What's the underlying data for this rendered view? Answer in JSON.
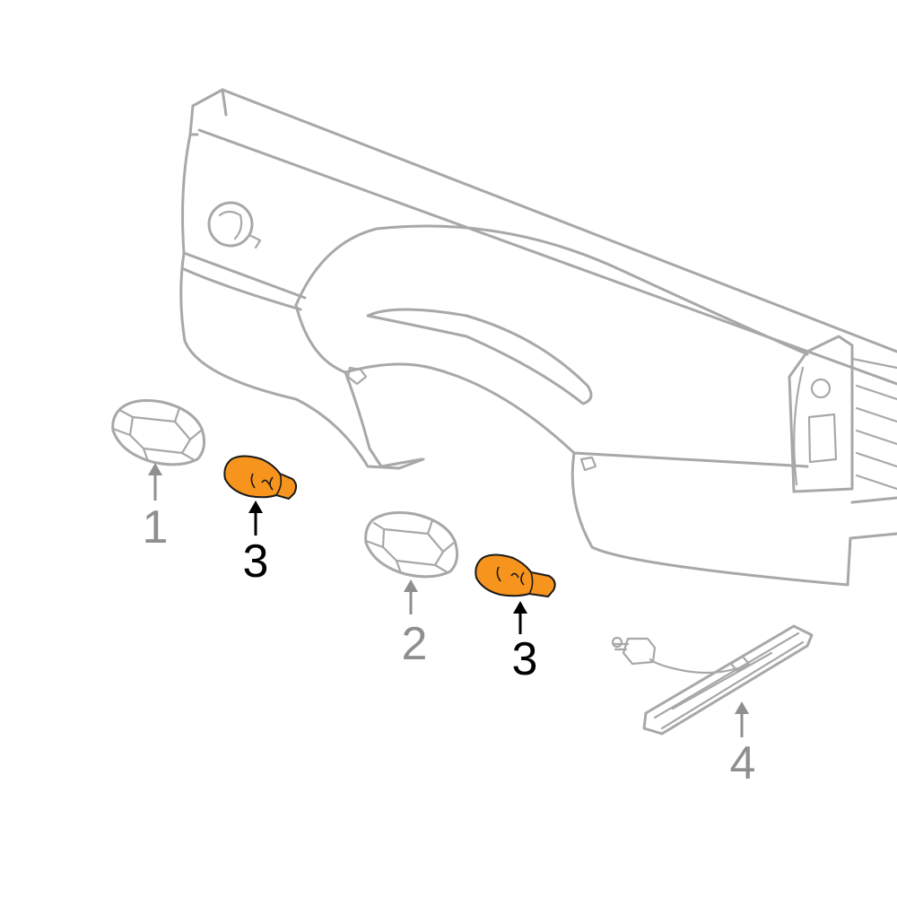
{
  "diagram": {
    "callouts": [
      {
        "label": "1",
        "part": "lens",
        "color": "#8f8f8f"
      },
      {
        "label": "2",
        "part": "lens",
        "color": "#8f8f8f"
      },
      {
        "label": "3",
        "part": "bulb",
        "color": "#000000"
      },
      {
        "label": "3",
        "part": "bulb",
        "color": "#000000"
      },
      {
        "label": "4",
        "part": "marker-lamp",
        "color": "#8f8f8f"
      }
    ],
    "colors": {
      "outline": "#a8a8a8",
      "highlight": "#f7941d",
      "highlight_stroke": "#1a1a1a",
      "background": "#ffffff"
    }
  }
}
